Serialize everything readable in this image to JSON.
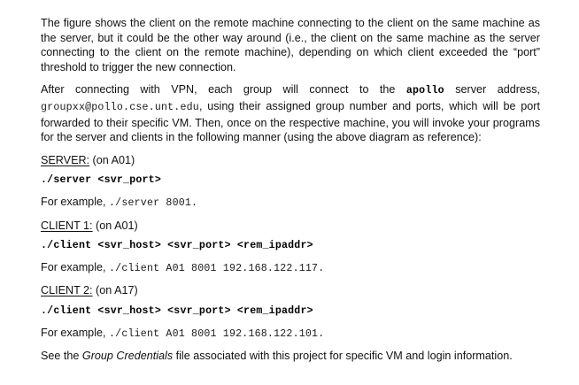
{
  "document": {
    "paragraph_1": "The figure shows the client on the remote machine connecting to the client on the same machine as the server, but it could be the other way around (i.e., the client on the same machine as the server connecting to the client on the remote machine), depending on which client exceeded the “port” threshold to trigger the new connection.",
    "paragraph_2": {
      "part_1": "After connecting with VPN, each group will connect to the ",
      "apollo_keyword": "apollo",
      "part_2": " server address, ",
      "server_address": "groupxx@pollo.cse.unt.edu",
      "part_3": ", using their assigned group number and ports, which will be port forwarded to their specific VM. Then, once on the respective machine, you will invoke your programs for the server and clients in the following manner (using the above diagram as reference):"
    },
    "sections": [
      {
        "label": "SERVER:",
        "host": " (on A01)",
        "command": "./server <svr_port>",
        "example_prefix": "For example, ",
        "example_command": "./server 8001."
      },
      {
        "label": "CLIENT 1:",
        "host": " (on A01)",
        "command": "./client <svr_host> <svr_port> <rem_ipaddr>",
        "example_prefix": "For example, ",
        "example_command": "./client A01 8001 192.168.122.117."
      },
      {
        "label": "CLIENT 2:",
        "host": " (on A17)",
        "command": "./client <svr_host> <svr_port> <rem_ipaddr>",
        "example_prefix": "For example, ",
        "example_command": "./client A01 8001 192.168.122.101."
      }
    ],
    "paragraph_3": {
      "part_1": "See the ",
      "italic_title": "Group Credentials",
      "part_2": " file associated with this project for specific VM and login information."
    }
  }
}
